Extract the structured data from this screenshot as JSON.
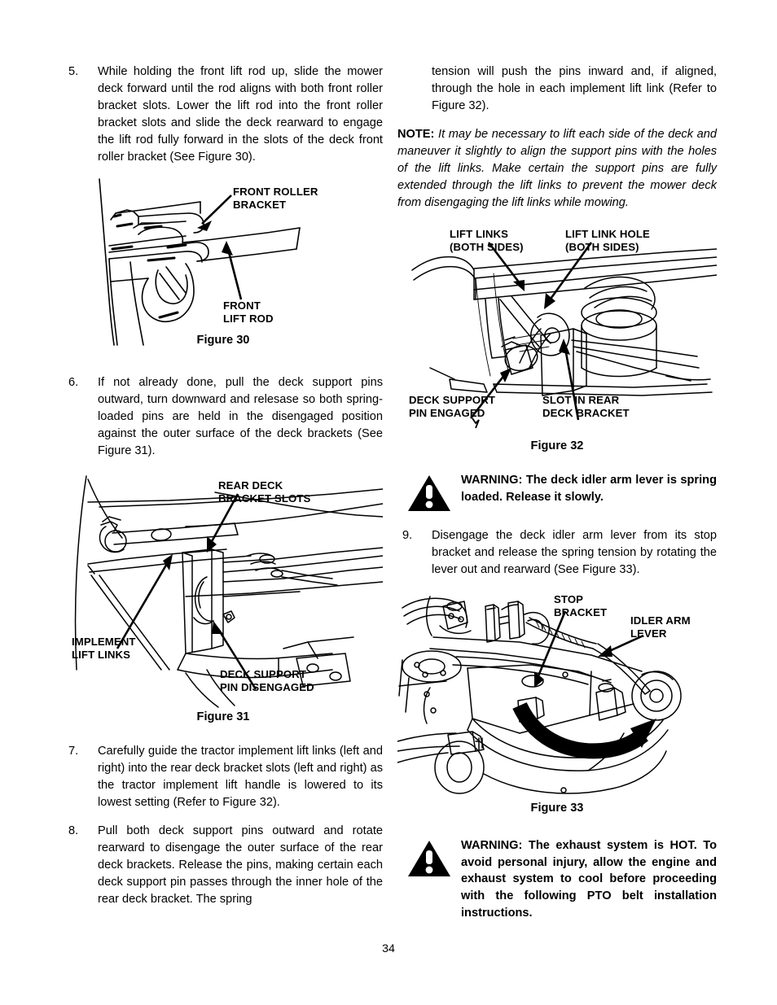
{
  "page": {
    "number": "34"
  },
  "left_column": {
    "steps": [
      {
        "num": "5.",
        "text": "While holding the front lift rod up, slide the mower deck forward until the rod aligns with both front roller bracket slots. Lower the lift rod into the front roller bracket slots and slide the deck rearward to engage the lift rod fully forward in the slots of the deck front roller bracket (See Figure 30)."
      },
      {
        "num": "6.",
        "text": "If not already done, pull the deck support pins outward, turn downward and relesase so both spring-loaded pins are held in the disengaged position against the outer surface of the deck brackets  (See Figure 31)."
      },
      {
        "num": "7.",
        "text": "Carefully guide the tractor implement lift links (left and right) into the rear deck bracket slots (left and right) as the tractor implement lift handle is lowered to its lowest setting (Refer to Figure 32)."
      },
      {
        "num": "8.",
        "text": "Pull both deck support pins outward and rotate rearward to disengage the outer surface of the rear deck brackets. Release the pins, making certain each deck support pin passes through the inner hole of the rear deck bracket. The spring"
      }
    ],
    "figure30": {
      "caption": "Figure 30",
      "callouts": {
        "front_roller_bracket": "FRONT ROLLER\nBRACKET",
        "front_lift_rod": "FRONT\nLIFT ROD"
      }
    },
    "figure31": {
      "caption": "Figure 31",
      "callouts": {
        "rear_deck_bracket_slots": "REAR DECK\nBRACKET SLOTS",
        "implement_lift_links": "IMPLEMENT\nLIFT LINKS",
        "deck_support_pin_disengaged": "DECK SUPPORT\nPIN DISENGAGED"
      }
    }
  },
  "right_column": {
    "continuation": "tension will  push the pins inward and, if aligned, through the hole in each implement lift link (Refer to Figure 32).",
    "note": {
      "lead": "NOTE:",
      "text": " It may be necessary to lift each side of the deck and maneuver it slightly to align the support pins with the holes of the lift links. Make certain the support pins are fully extended through the lift links to prevent the mower deck from disengaging the lift links while mowing."
    },
    "figure32": {
      "caption": "Figure 32",
      "callouts": {
        "lift_links": "LIFT LINKS\n(BOTH SIDES)",
        "lift_link_hole": "LIFT LINK HOLE\n(BOTH SIDES)",
        "deck_support_pin_engaged": "DECK SUPPORT\nPIN ENGAGED",
        "slot_in_rear_deck_bracket": "SLOT IN REAR\nDECK BRACKET"
      }
    },
    "warning1": {
      "text": "WARNING: The deck idler arm lever is spring loaded. Release it slowly."
    },
    "step9": {
      "num": "9.",
      "text": "Disengage the deck idler arm lever from its stop bracket and release the spring tension by rotating the lever out and rearward (See Figure 33)."
    },
    "figure33": {
      "caption": "Figure 33",
      "callouts": {
        "stop_bracket": "STOP\nBRACKET",
        "idler_arm_lever": "IDLER ARM\nLEVER"
      }
    },
    "warning2": {
      "text": "WARNING: The exhaust system is HOT. To avoid personal injury, allow the engine and exhaust system to cool before proceeding with the following PTO belt installation instructions."
    }
  }
}
